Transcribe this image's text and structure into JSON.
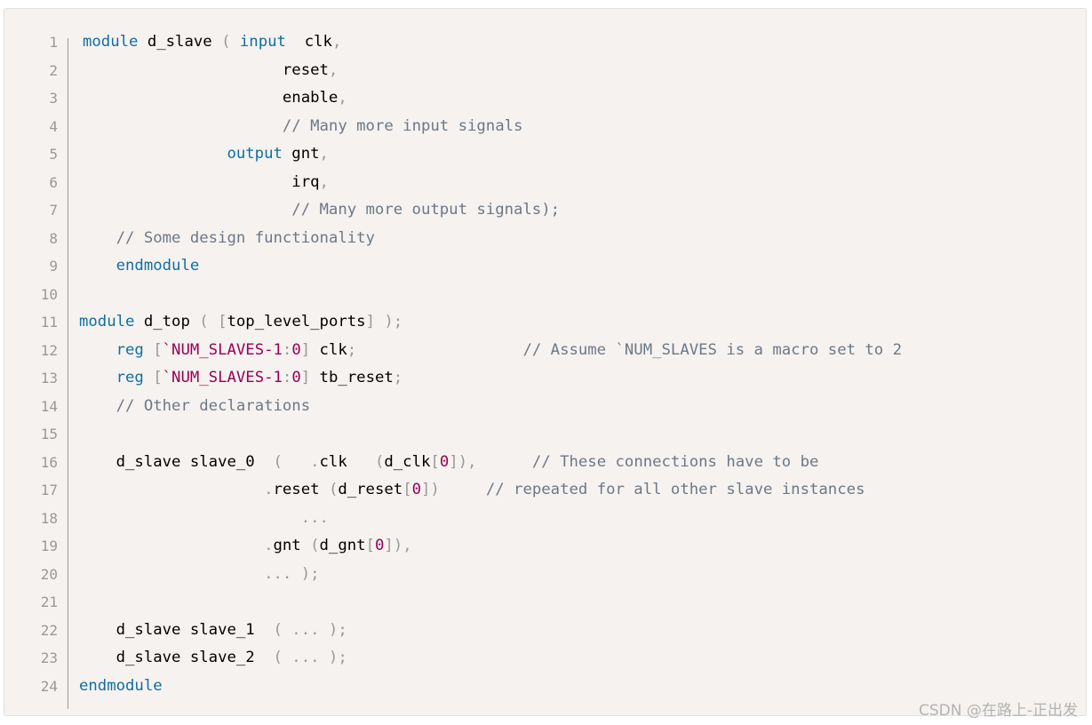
{
  "code_block": {
    "language": "verilog",
    "lines": [
      {
        "n": "1",
        "tokens": [
          [
            "kw",
            "module"
          ],
          [
            "pl",
            " d_slave "
          ],
          [
            "pun",
            "("
          ],
          [
            "pl",
            " "
          ],
          [
            "kw",
            "input"
          ],
          [
            "pl",
            "  clk"
          ],
          [
            "pun",
            ","
          ]
        ]
      },
      {
        "n": "2",
        "tokens": [
          [
            "pl",
            "                      reset"
          ],
          [
            "pun",
            ","
          ]
        ]
      },
      {
        "n": "3",
        "tokens": [
          [
            "pl",
            "                      enable"
          ],
          [
            "pun",
            ","
          ]
        ]
      },
      {
        "n": "4",
        "tokens": [
          [
            "pl",
            "                      "
          ],
          [
            "cm",
            "// Many more input signals"
          ]
        ]
      },
      {
        "n": "5",
        "tokens": [
          [
            "pl",
            "                "
          ],
          [
            "kw",
            "output"
          ],
          [
            "pl",
            " gnt"
          ],
          [
            "pun",
            ","
          ]
        ]
      },
      {
        "n": "6",
        "tokens": [
          [
            "pl",
            "                       irq"
          ],
          [
            "pun",
            ","
          ]
        ]
      },
      {
        "n": "7",
        "tokens": [
          [
            "pl",
            "                       "
          ],
          [
            "cm",
            "// Many more output signals);"
          ]
        ]
      },
      {
        "n": "8",
        "tokens": [
          [
            "pl",
            "    "
          ],
          [
            "cm",
            "// Some design functionality"
          ]
        ]
      },
      {
        "n": "9",
        "tokens": [
          [
            "pl",
            "    "
          ],
          [
            "kw",
            "endmodule"
          ]
        ]
      },
      {
        "n": "10",
        "tokens": []
      },
      {
        "n": "11",
        "tokens": [
          [
            "kw",
            "module"
          ],
          [
            "pl",
            " d_top "
          ],
          [
            "pun",
            "("
          ],
          [
            "pl",
            " "
          ],
          [
            "pun",
            "["
          ],
          [
            "pl",
            "top_level_ports"
          ],
          [
            "pun",
            "]"
          ],
          [
            "pl",
            " "
          ],
          [
            "pun",
            ");"
          ]
        ]
      },
      {
        "n": "12",
        "tokens": [
          [
            "pl",
            "    "
          ],
          [
            "kw",
            "reg"
          ],
          [
            "pl",
            " "
          ],
          [
            "pun",
            "["
          ],
          [
            "mac",
            "`NUM_SLAVES-1"
          ],
          [
            "pun",
            ":"
          ],
          [
            "num",
            "0"
          ],
          [
            "pun",
            "]"
          ],
          [
            "pl",
            " clk"
          ],
          [
            "pun",
            ";"
          ],
          [
            "pl",
            "                  "
          ],
          [
            "cm",
            "// Assume `NUM_SLAVES is a macro set to 2"
          ]
        ]
      },
      {
        "n": "13",
        "tokens": [
          [
            "pl",
            "    "
          ],
          [
            "kw",
            "reg"
          ],
          [
            "pl",
            " "
          ],
          [
            "pun",
            "["
          ],
          [
            "mac",
            "`NUM_SLAVES-1"
          ],
          [
            "pun",
            ":"
          ],
          [
            "num",
            "0"
          ],
          [
            "pun",
            "]"
          ],
          [
            "pl",
            " tb_reset"
          ],
          [
            "pun",
            ";"
          ]
        ]
      },
      {
        "n": "14",
        "tokens": [
          [
            "pl",
            "    "
          ],
          [
            "cm",
            "// Other declarations"
          ]
        ]
      },
      {
        "n": "15",
        "tokens": []
      },
      {
        "n": "16",
        "tokens": [
          [
            "pl",
            "    d_slave slave_0  "
          ],
          [
            "pun",
            "("
          ],
          [
            "pl",
            "   "
          ],
          [
            "pun",
            "."
          ],
          [
            "pl",
            "clk   "
          ],
          [
            "pun",
            "("
          ],
          [
            "pl",
            "d_clk"
          ],
          [
            "pun",
            "["
          ],
          [
            "num",
            "0"
          ],
          [
            "pun",
            "]),"
          ],
          [
            "pl",
            "      "
          ],
          [
            "cm",
            "// These connections have to be"
          ]
        ]
      },
      {
        "n": "17",
        "tokens": [
          [
            "pl",
            "                    "
          ],
          [
            "pun",
            "."
          ],
          [
            "pl",
            "reset "
          ],
          [
            "pun",
            "("
          ],
          [
            "pl",
            "d_reset"
          ],
          [
            "pun",
            "["
          ],
          [
            "num",
            "0"
          ],
          [
            "pun",
            "])"
          ],
          [
            "pl",
            "     "
          ],
          [
            "cm",
            "// repeated for all other slave instances"
          ]
        ]
      },
      {
        "n": "18",
        "tokens": [
          [
            "pl",
            "                        "
          ],
          [
            "pun",
            "..."
          ]
        ]
      },
      {
        "n": "19",
        "tokens": [
          [
            "pl",
            "                    "
          ],
          [
            "pun",
            "."
          ],
          [
            "pl",
            "gnt "
          ],
          [
            "pun",
            "("
          ],
          [
            "pl",
            "d_gnt"
          ],
          [
            "pun",
            "["
          ],
          [
            "num",
            "0"
          ],
          [
            "pun",
            "]),"
          ]
        ]
      },
      {
        "n": "20",
        "tokens": [
          [
            "pl",
            "                    "
          ],
          [
            "pun",
            "... );"
          ]
        ]
      },
      {
        "n": "21",
        "tokens": []
      },
      {
        "n": "22",
        "tokens": [
          [
            "pl",
            "    d_slave slave_1  "
          ],
          [
            "pun",
            "( ... );"
          ]
        ]
      },
      {
        "n": "23",
        "tokens": [
          [
            "pl",
            "    d_slave slave_2  "
          ],
          [
            "pun",
            "( ... );"
          ]
        ]
      },
      {
        "n": "24",
        "tokens": [
          [
            "kw",
            "endmodule"
          ]
        ]
      }
    ],
    "colors": {
      "background": "#f6f2ef",
      "keyword": "#0f6fa1",
      "comment": "#6c7887",
      "macro_number": "#990055",
      "punctuation": "#999999",
      "plain": "#000000",
      "line_number": "#999999"
    }
  },
  "watermark": {
    "text": "CSDN @在路上-正出发"
  }
}
